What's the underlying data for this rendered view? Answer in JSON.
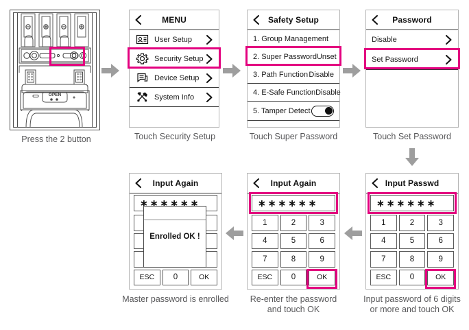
{
  "steps": {
    "device": {
      "caption": "Press the 2 button",
      "open_label": "OPEN",
      "highlight_color": "#e3007f"
    },
    "menu": {
      "title": "MENU",
      "back_icon": "back-chevron-icon",
      "caption": "Touch Security Setup",
      "items": [
        {
          "label": "User Setup",
          "icon": "id-card-icon",
          "chevron": "chevron-right-icon",
          "highlighted": false
        },
        {
          "label": "Security Setup",
          "icon": "gear-icon",
          "chevron": "chevron-right-icon",
          "highlighted": true
        },
        {
          "label": "Device Setup",
          "icon": "device-chat-icon",
          "chevron": "chevron-right-icon",
          "highlighted": false
        },
        {
          "label": "System Info",
          "icon": "tools-icon",
          "chevron": "chevron-right-icon",
          "highlighted": false
        }
      ]
    },
    "safety": {
      "title": "Safety Setup",
      "back_icon": "back-chevron-icon",
      "caption": "Touch Super Password",
      "items": [
        {
          "label": "1. Group Management",
          "value": "",
          "type": "text",
          "highlighted": false
        },
        {
          "label": "2. Super Password",
          "value": "Unset",
          "type": "text",
          "highlighted": true
        },
        {
          "label": "3. Path Function",
          "value": "Disable",
          "type": "text",
          "highlighted": false
        },
        {
          "label": "4. E-Safe Function",
          "value": "Disable",
          "type": "text",
          "highlighted": false
        },
        {
          "label": "5. Tamper Detect",
          "value": "on",
          "type": "toggle",
          "highlighted": false
        }
      ]
    },
    "password": {
      "title": "Password",
      "back_icon": "back-chevron-icon",
      "caption": "Touch Set Password",
      "items": [
        {
          "label": "Disable",
          "chevron": "chevron-right-icon",
          "highlighted": false
        },
        {
          "label": "Set Password",
          "chevron": "chevron-right-icon",
          "highlighted": true
        }
      ]
    },
    "input_passwd": {
      "title": "Input Passwd",
      "back_icon": "back-chevron-icon",
      "field_value": "∗∗∗∗∗∗",
      "caption_line1": "Input password of 6 digits",
      "caption_line2": "or more and touch OK",
      "keys": [
        "1",
        "2",
        "3",
        "4",
        "5",
        "6",
        "7",
        "8",
        "9",
        "ESC",
        "0",
        "OK"
      ],
      "highlight_field": true,
      "highlight_key": "OK"
    },
    "input_again": {
      "title": "Input Again",
      "back_icon": "back-chevron-icon",
      "field_value": "∗∗∗∗∗∗",
      "caption_line1": "Re-enter the password",
      "caption_line2": "and touch OK",
      "keys": [
        "1",
        "2",
        "3",
        "4",
        "5",
        "6",
        "7",
        "8",
        "9",
        "ESC",
        "0",
        "OK"
      ],
      "highlight_field": true,
      "highlight_key": "OK"
    },
    "enrolled": {
      "title": "Input Again",
      "back_icon": "back-chevron-icon",
      "field_value": "∗∗∗∗∗∗",
      "caption": "Master password is enrolled",
      "dialog_text": "Enrolled OK !",
      "keys_bottom": [
        "ESC",
        "0",
        "OK"
      ]
    }
  },
  "flow_arrows": [
    {
      "name": "arrow-device-to-menu",
      "direction": "right"
    },
    {
      "name": "arrow-menu-to-safety",
      "direction": "right"
    },
    {
      "name": "arrow-safety-to-password",
      "direction": "right"
    },
    {
      "name": "arrow-password-to-input",
      "direction": "down"
    },
    {
      "name": "arrow-input-to-again",
      "direction": "left"
    },
    {
      "name": "arrow-again-to-enrolled",
      "direction": "left"
    }
  ]
}
